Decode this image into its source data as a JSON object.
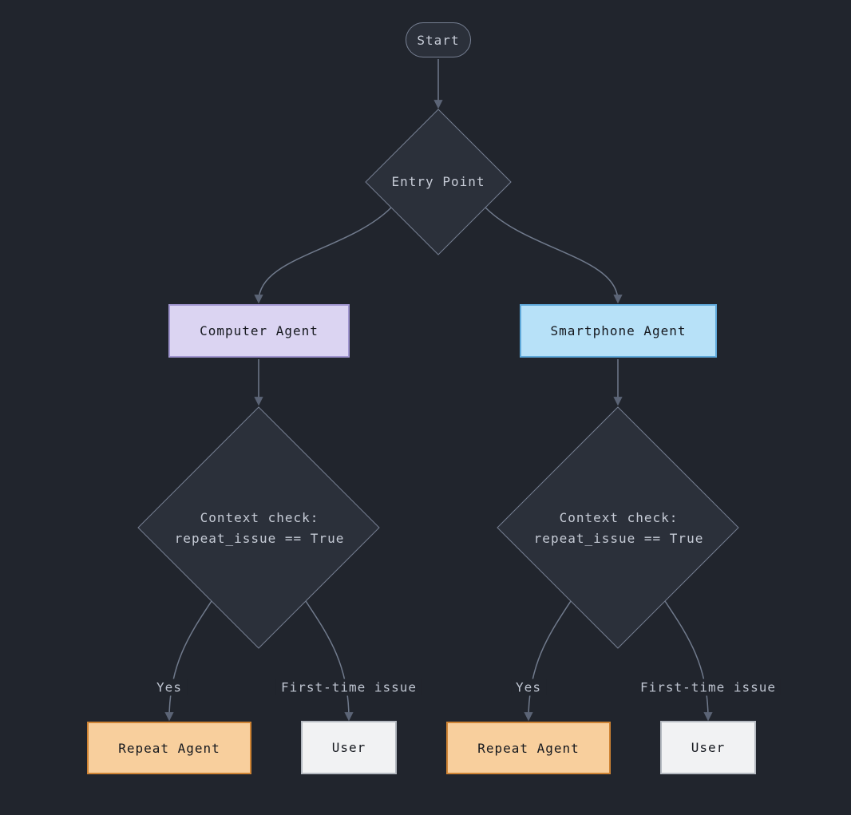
{
  "diagram": {
    "nodes": {
      "start": {
        "label": "Start"
      },
      "entry": {
        "label": "Entry Point"
      },
      "computer_agent": {
        "label": "Computer Agent"
      },
      "smartphone_agent": {
        "label": "Smartphone Agent"
      },
      "context_check_left": {
        "line1": "Context check:",
        "line2": "repeat_issue == True"
      },
      "context_check_right": {
        "line1": "Context check:",
        "line2": "repeat_issue == True"
      },
      "repeat_agent_left": {
        "label": "Repeat Agent"
      },
      "user_left": {
        "label": "User"
      },
      "repeat_agent_right": {
        "label": "Repeat Agent"
      },
      "user_right": {
        "label": "User"
      }
    },
    "edge_labels": {
      "yes_left": "Yes",
      "first_time_left": "First-time issue",
      "yes_right": "Yes",
      "first_time_right": "First-time issue"
    },
    "colors": {
      "background": "#21252d",
      "node_dark_fill": "#2b303a",
      "node_dark_border": "#767f92",
      "dark_node_text": "#c6cbd6",
      "edge_line": "#707a8c",
      "arrowhead": "#5b6476",
      "edge_label_text": "#bdc3cf",
      "computer_fill": "#dbd4f2",
      "computer_border": "#a095cf",
      "smartphone_fill": "#b7e1f8",
      "smartphone_border": "#5fa9da",
      "repeat_fill": "#f8cf9d",
      "repeat_border": "#cf8434",
      "user_fill": "#f1f2f3",
      "user_border": "#b5bac1",
      "light_node_text": "#15181e"
    }
  }
}
